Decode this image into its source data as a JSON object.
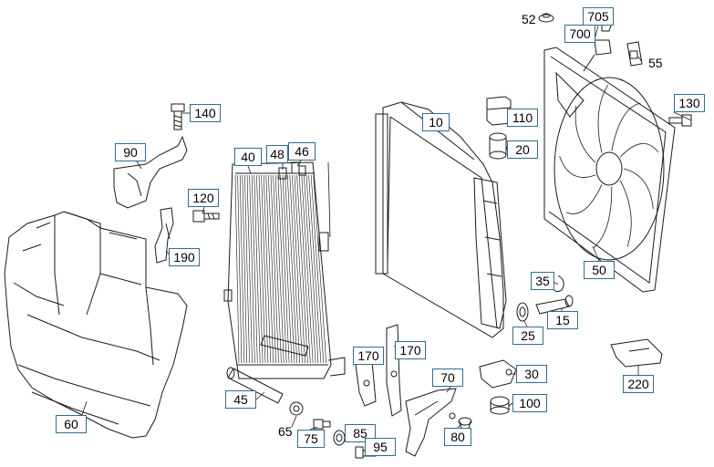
{
  "diagram": {
    "line_color": "#1a1a1a",
    "callout_border_color": "#2f6f8a",
    "labels": {
      "p705": "705",
      "p700": "700",
      "p52": "52",
      "p55": "55",
      "p140": "140",
      "p90": "90",
      "p40": "40",
      "p48": "48",
      "p46": "46",
      "p10": "10",
      "p110": "110",
      "p20": "20",
      "p130": "130",
      "p120": "120",
      "p190": "190",
      "p50": "50",
      "p35": "35",
      "p15": "15",
      "p25": "25",
      "p170a": "170",
      "p170b": "170",
      "p220": "220",
      "p70": "70",
      "p30": "30",
      "p45": "45",
      "p100": "100",
      "p60": "60",
      "p65": "65",
      "p85": "85",
      "p75": "75",
      "p80": "80",
      "p95": "95"
    }
  }
}
